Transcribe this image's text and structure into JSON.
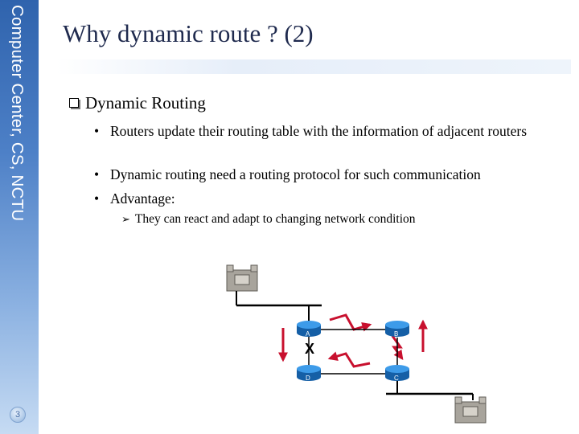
{
  "sidebar": {
    "title": "Computer Center, CS, NCTU",
    "page_number": "3"
  },
  "title": "Why dynamic route ? (2)",
  "level1": {
    "text": "Dynamic Routing"
  },
  "bullets": [
    {
      "text": "Routers update their routing table with the information of adjacent routers"
    },
    {
      "text": "Dynamic routing need a routing protocol for such communication"
    },
    {
      "text": "Advantage:"
    }
  ],
  "sub_bullet": {
    "text": "They can react and adapt to changing network condition"
  },
  "diagram": {
    "routers": [
      "A",
      "B",
      "D",
      "C"
    ],
    "broken_link_mark": "X",
    "colors": {
      "router": "#1e79c9",
      "arrow": "#c8102e",
      "line": "#000000",
      "building": "#a8a49c"
    }
  }
}
